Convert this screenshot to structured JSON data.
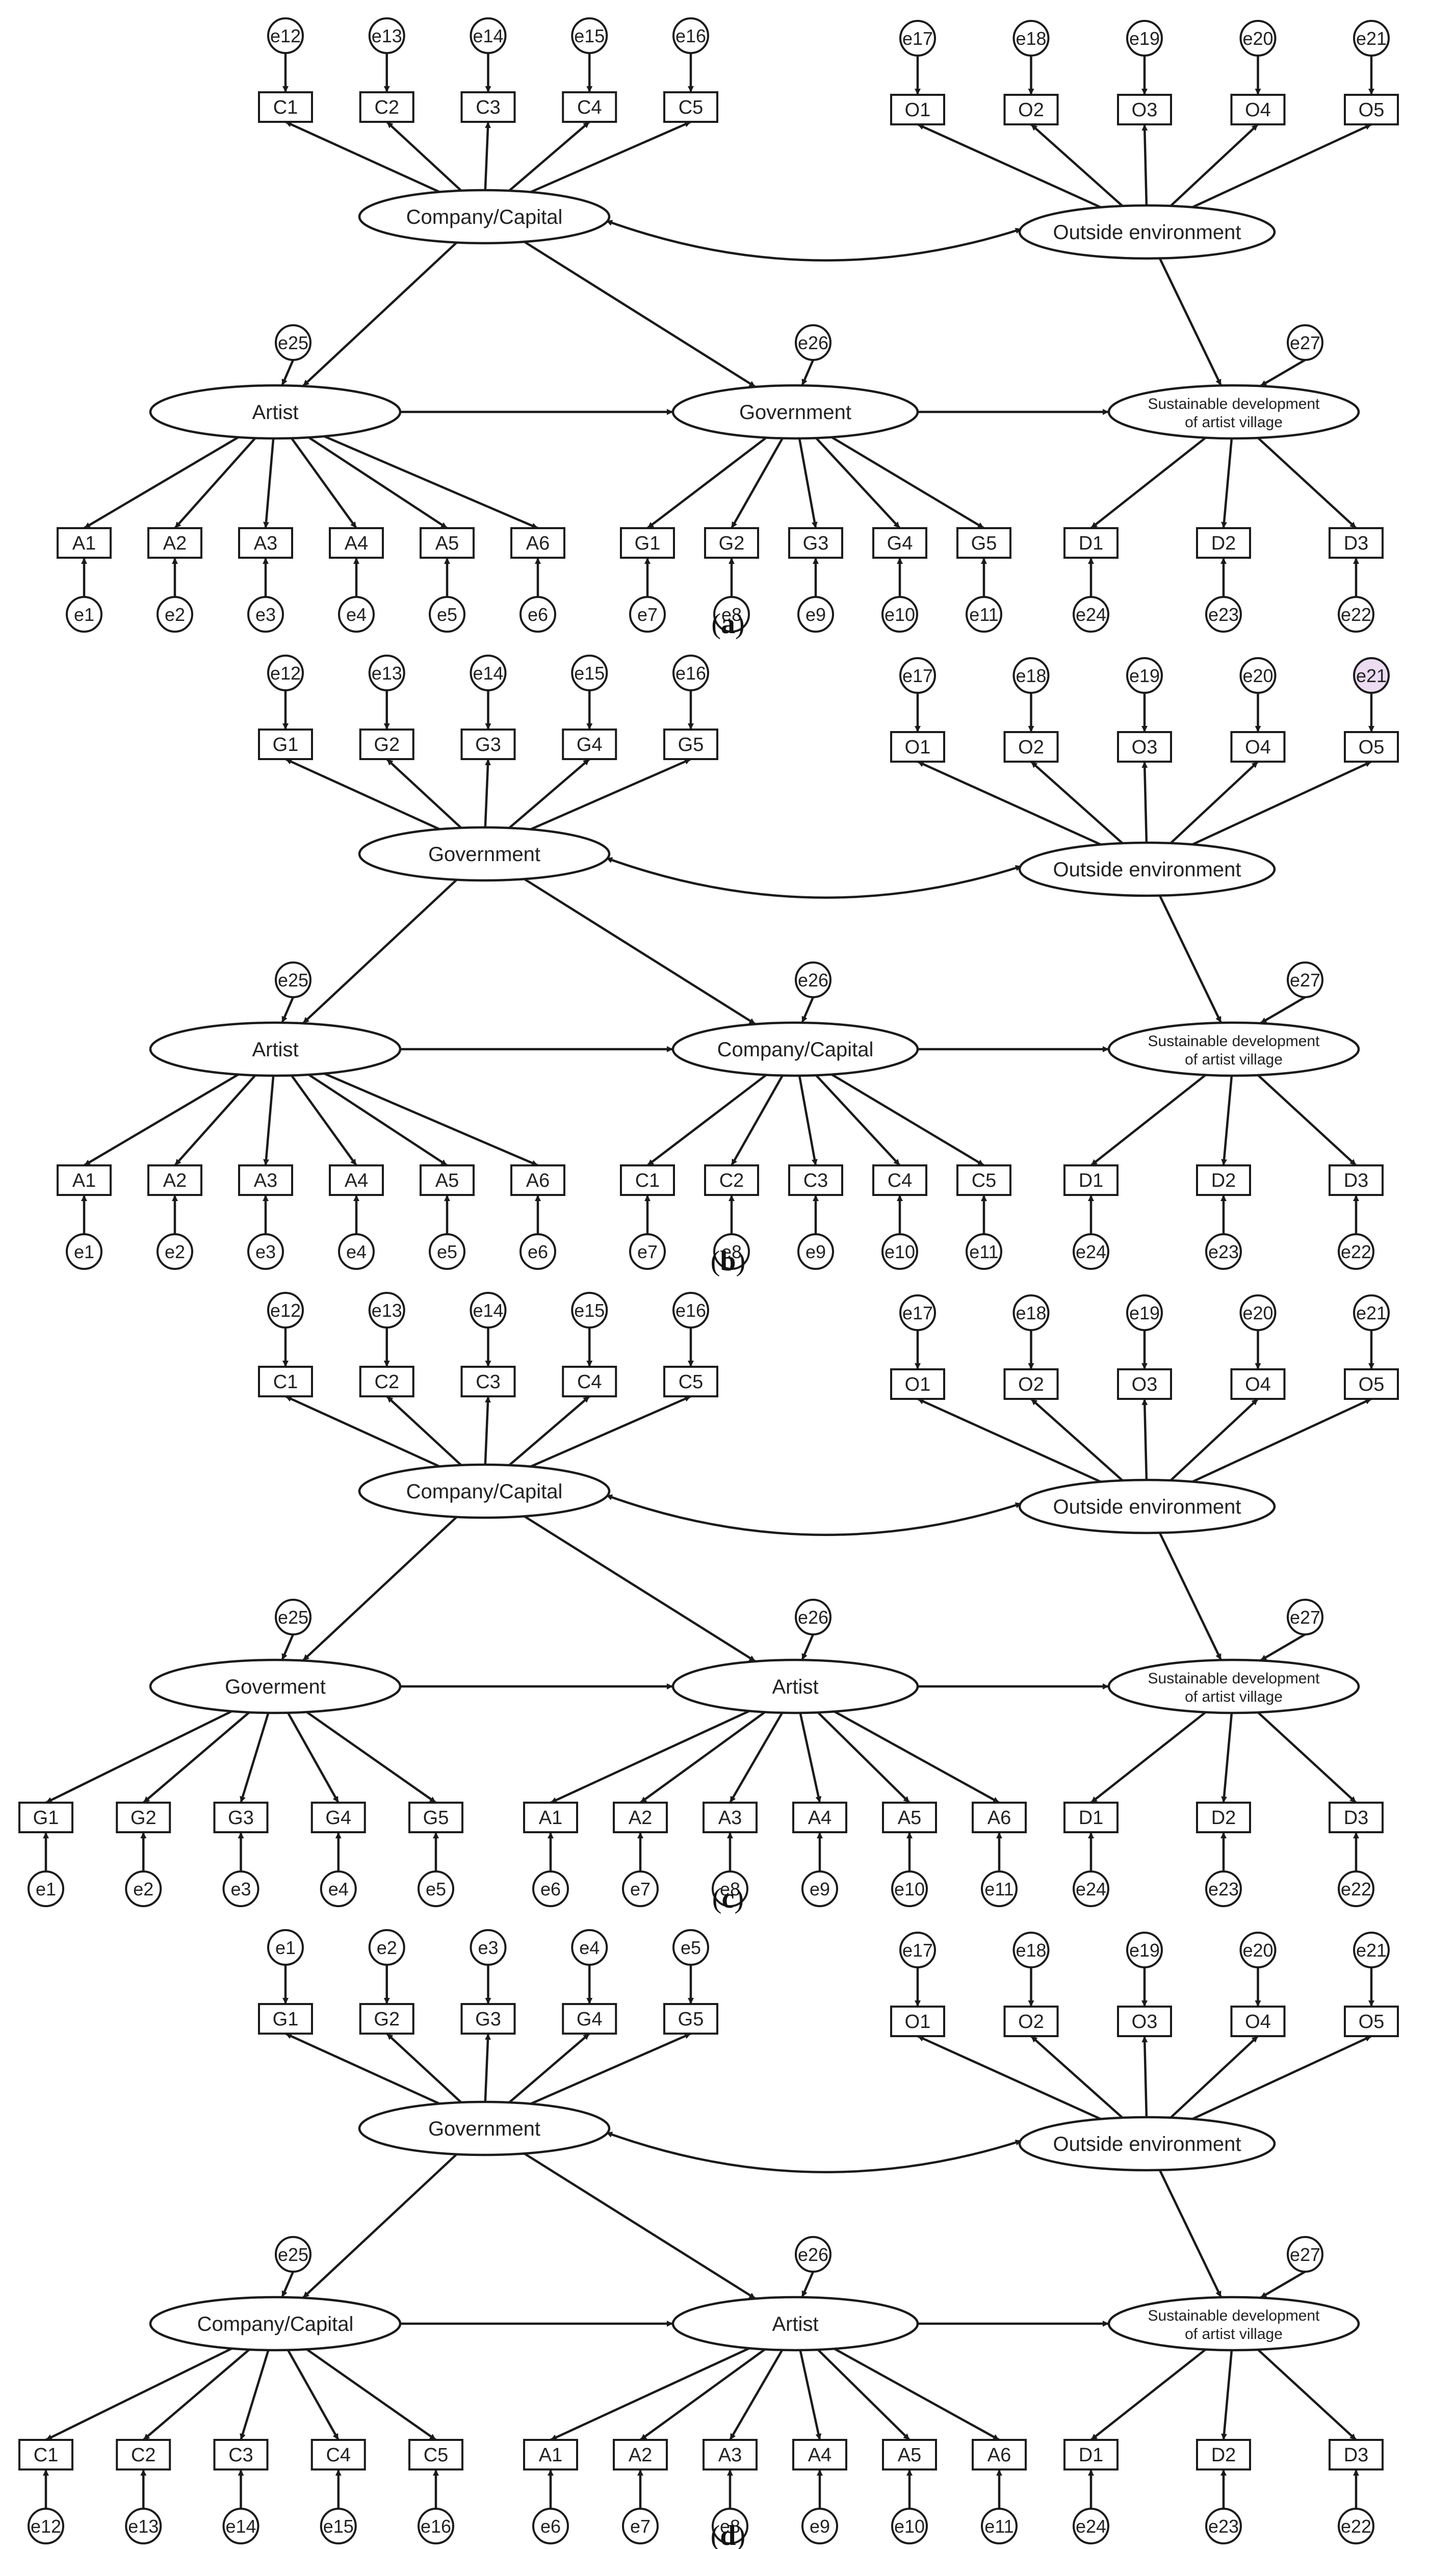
{
  "colors": {
    "stroke": "#1a1a1a",
    "fill": "#ffffff",
    "highlight": "#ecdcf2",
    "text": "#222222"
  },
  "panels": [
    {
      "label": "a",
      "latents": {
        "L1": "Company/Capital",
        "L2": "Outside environment",
        "L3": "Artist",
        "L4": "Government",
        "L5": "Sustainable development|of artist village"
      },
      "groups": {
        "top1": {
          "items": [
            "C1",
            "C2",
            "C3",
            "C4",
            "C5"
          ],
          "errors": [
            "e12",
            "e13",
            "e14",
            "e15",
            "e16"
          ]
        },
        "top2": {
          "items": [
            "O1",
            "O2",
            "O3",
            "O4",
            "O5"
          ],
          "errors": [
            "e17",
            "e18",
            "e19",
            "e20",
            "e21"
          ]
        },
        "bot1": {
          "items": [
            "A1",
            "A2",
            "A3",
            "A4",
            "A5",
            "A6"
          ],
          "errors": [
            "e1",
            "e2",
            "e3",
            "e4",
            "e5",
            "e6"
          ]
        },
        "bot2": {
          "items": [
            "G1",
            "G2",
            "G3",
            "G4",
            "G5"
          ],
          "errors": [
            "e7",
            "e8",
            "e9",
            "e10",
            "e11"
          ]
        },
        "bot3": {
          "items": [
            "D1",
            "D2",
            "D3"
          ],
          "errors": [
            "e24",
            "e23",
            "e22"
          ]
        }
      },
      "disturbances": {
        "L3": "e25",
        "L4": "e26",
        "L5": "e27"
      }
    },
    {
      "label": "b",
      "latents": {
        "L1": "Government",
        "L2": "Outside environment",
        "L3": "Artist",
        "L4": "Company/Capital",
        "L5": "Sustainable development|of artist village"
      },
      "groups": {
        "top1": {
          "items": [
            "G1",
            "G2",
            "G3",
            "G4",
            "G5"
          ],
          "errors": [
            "e12",
            "e13",
            "e14",
            "e15",
            "e16"
          ]
        },
        "top2": {
          "items": [
            "O1",
            "O2",
            "O3",
            "O4",
            "O5"
          ],
          "errors": [
            "e17",
            "e18",
            "e19",
            "e20",
            "e21"
          ]
        },
        "bot1": {
          "items": [
            "A1",
            "A2",
            "A3",
            "A4",
            "A5",
            "A6"
          ],
          "errors": [
            "e1",
            "e2",
            "e3",
            "e4",
            "e5",
            "e6"
          ]
        },
        "bot2": {
          "items": [
            "C1",
            "C2",
            "C3",
            "C4",
            "C5"
          ],
          "errors": [
            "e7",
            "e8",
            "e9",
            "e10",
            "e11"
          ]
        },
        "bot3": {
          "items": [
            "D1",
            "D2",
            "D3"
          ],
          "errors": [
            "e24",
            "e23",
            "e22"
          ]
        }
      },
      "disturbances": {
        "L3": "e25",
        "L4": "e26",
        "L5": "e27"
      },
      "highlight": "e21"
    },
    {
      "label": "c",
      "latents": {
        "L1": "Company/Capital",
        "L2": "Outside environment",
        "L3": "Goverment",
        "L4": "Artist",
        "L5": "Sustainable development|of artist village"
      },
      "groups": {
        "top1": {
          "items": [
            "C1",
            "C2",
            "C3",
            "C4",
            "C5"
          ],
          "errors": [
            "e12",
            "e13",
            "e14",
            "e15",
            "e16"
          ]
        },
        "top2": {
          "items": [
            "O1",
            "O2",
            "O3",
            "O4",
            "O5"
          ],
          "errors": [
            "e17",
            "e18",
            "e19",
            "e20",
            "e21"
          ]
        },
        "bot1": {
          "items": [
            "G1",
            "G2",
            "G3",
            "G4",
            "G5"
          ],
          "errors": [
            "e1",
            "e2",
            "e3",
            "e4",
            "e5"
          ]
        },
        "bot2": {
          "items": [
            "A1",
            "A2",
            "A3",
            "A4",
            "A5",
            "A6"
          ],
          "errors": [
            "e6",
            "e7",
            "e8",
            "e9",
            "e10",
            "e11"
          ]
        },
        "bot3": {
          "items": [
            "D1",
            "D2",
            "D3"
          ],
          "errors": [
            "e24",
            "e23",
            "e22"
          ]
        }
      },
      "disturbances": {
        "L3": "e25",
        "L4": "e26",
        "L5": "e27"
      }
    },
    {
      "label": "d",
      "latents": {
        "L1": "Government",
        "L2": "Outside environment",
        "L3": "Company/Capital",
        "L4": "Artist",
        "L5": "Sustainable development|of artist village"
      },
      "groups": {
        "top1": {
          "items": [
            "G1",
            "G2",
            "G3",
            "G4",
            "G5"
          ],
          "errors": [
            "e1",
            "e2",
            "e3",
            "e4",
            "e5"
          ]
        },
        "top2": {
          "items": [
            "O1",
            "O2",
            "O3",
            "O4",
            "O5"
          ],
          "errors": [
            "e17",
            "e18",
            "e19",
            "e20",
            "e21"
          ]
        },
        "bot1": {
          "items": [
            "C1",
            "C2",
            "C3",
            "C4",
            "C5"
          ],
          "errors": [
            "e12",
            "e13",
            "e14",
            "e15",
            "e16"
          ]
        },
        "bot2": {
          "items": [
            "A1",
            "A2",
            "A3",
            "A4",
            "A5",
            "A6"
          ],
          "errors": [
            "e6",
            "e7",
            "e8",
            "e9",
            "e10",
            "e11"
          ]
        },
        "bot3": {
          "items": [
            "D1",
            "D2",
            "D3"
          ],
          "errors": [
            "e24",
            "e23",
            "e22"
          ]
        }
      },
      "disturbances": {
        "L3": "e25",
        "L4": "e26",
        "L5": "e27"
      }
    }
  ]
}
